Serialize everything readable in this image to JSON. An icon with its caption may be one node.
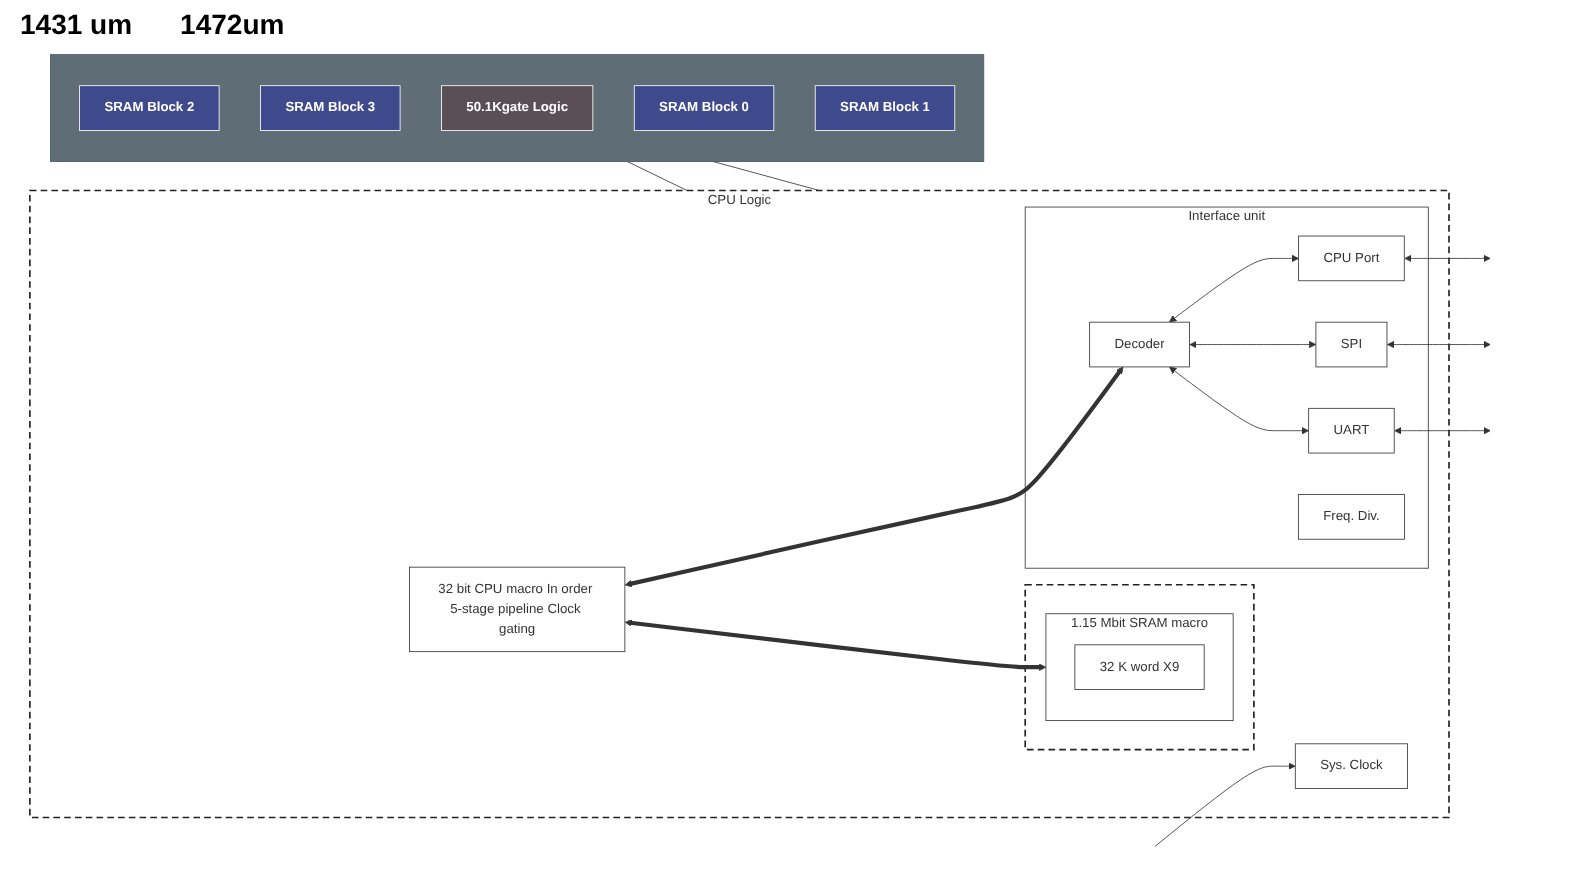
{
  "diagram": {
    "nodes": [
      {
        "text": [],
        "shape": "picture"
      },
      {
        "text": [
          "SRAM Block 2"
        ],
        "in": 0
      },
      {
        "text": [
          "SRAM Block 3"
        ],
        "in": 0
      },
      {
        "text": [
          "50.1Kgate Logic"
        ],
        "in": 0
      },
      {
        "text": [
          "SRAM Block 0"
        ],
        "in": 0
      },
      {
        "text": [
          "SRAM Block 1"
        ],
        "in": 0
      },
      {
        "text": [
          "CPU Logic"
        ]
      },
      {
        "text": [
          "32 bit CPU macro In order 5-stage pipeline Clock gating"
        ],
        "in": 6
      },
      {
        "text": [],
        "shape": "box",
        "in": 6
      },
      {
        "text": [
          "1.15 Mbit SRAM macro"
        ],
        "in": 8
      },
      {
        "text": [
          "32 K word X9"
        ],
        "in": 9
      },
      {
        "text": [
          "Interface unit"
        ],
        "in": 6
      },
      {
        "text": [
          "Decoder"
        ],
        "in": 11
      },
      {
        "text": [
          "CPU Port"
        ],
        "in": 11
      },
      {
        "text": [
          "SPI"
        ],
        "in": 11
      },
      {
        "text": [
          "UART"
        ],
        "in": 11
      },
      {
        "text": [
          "Freq. Div."
        ],
        "in": 11
      },
      {
        "text": [
          "Sys. Clock"
        ],
        "in": 6
      }
    ],
    "edges": [
      {
        "from": 0,
        "to": 6,
        "arrow": "none"
      },
      {
        "from": 0,
        "to": 6,
        "arrow": "none"
      },
      {
        "from": 7,
        "to": 12,
        "arrow": "both",
        "style": "thick"
      },
      {
        "from": 7,
        "to": 9,
        "arrow": "both",
        "style": "thick"
      },
      {
        "from": 12,
        "to": 13,
        "arrow": "both"
      },
      {
        "from": 12,
        "to": 14,
        "arrow": "both"
      },
      {
        "from": 12,
        "to": 15,
        "arrow": "both"
      },
      {
        "from": 13,
        "to": null,
        "arrow": "both"
      },
      {
        "from": 14,
        "to": null,
        "arrow": "both"
      },
      {
        "from": 15,
        "to": null,
        "arrow": "both"
      },
      {
        "from": null,
        "to": 17,
        "arrow": "to"
      }
    ],
    "labels": [
      "1431 um",
      "1472um"
    ]
  }
}
